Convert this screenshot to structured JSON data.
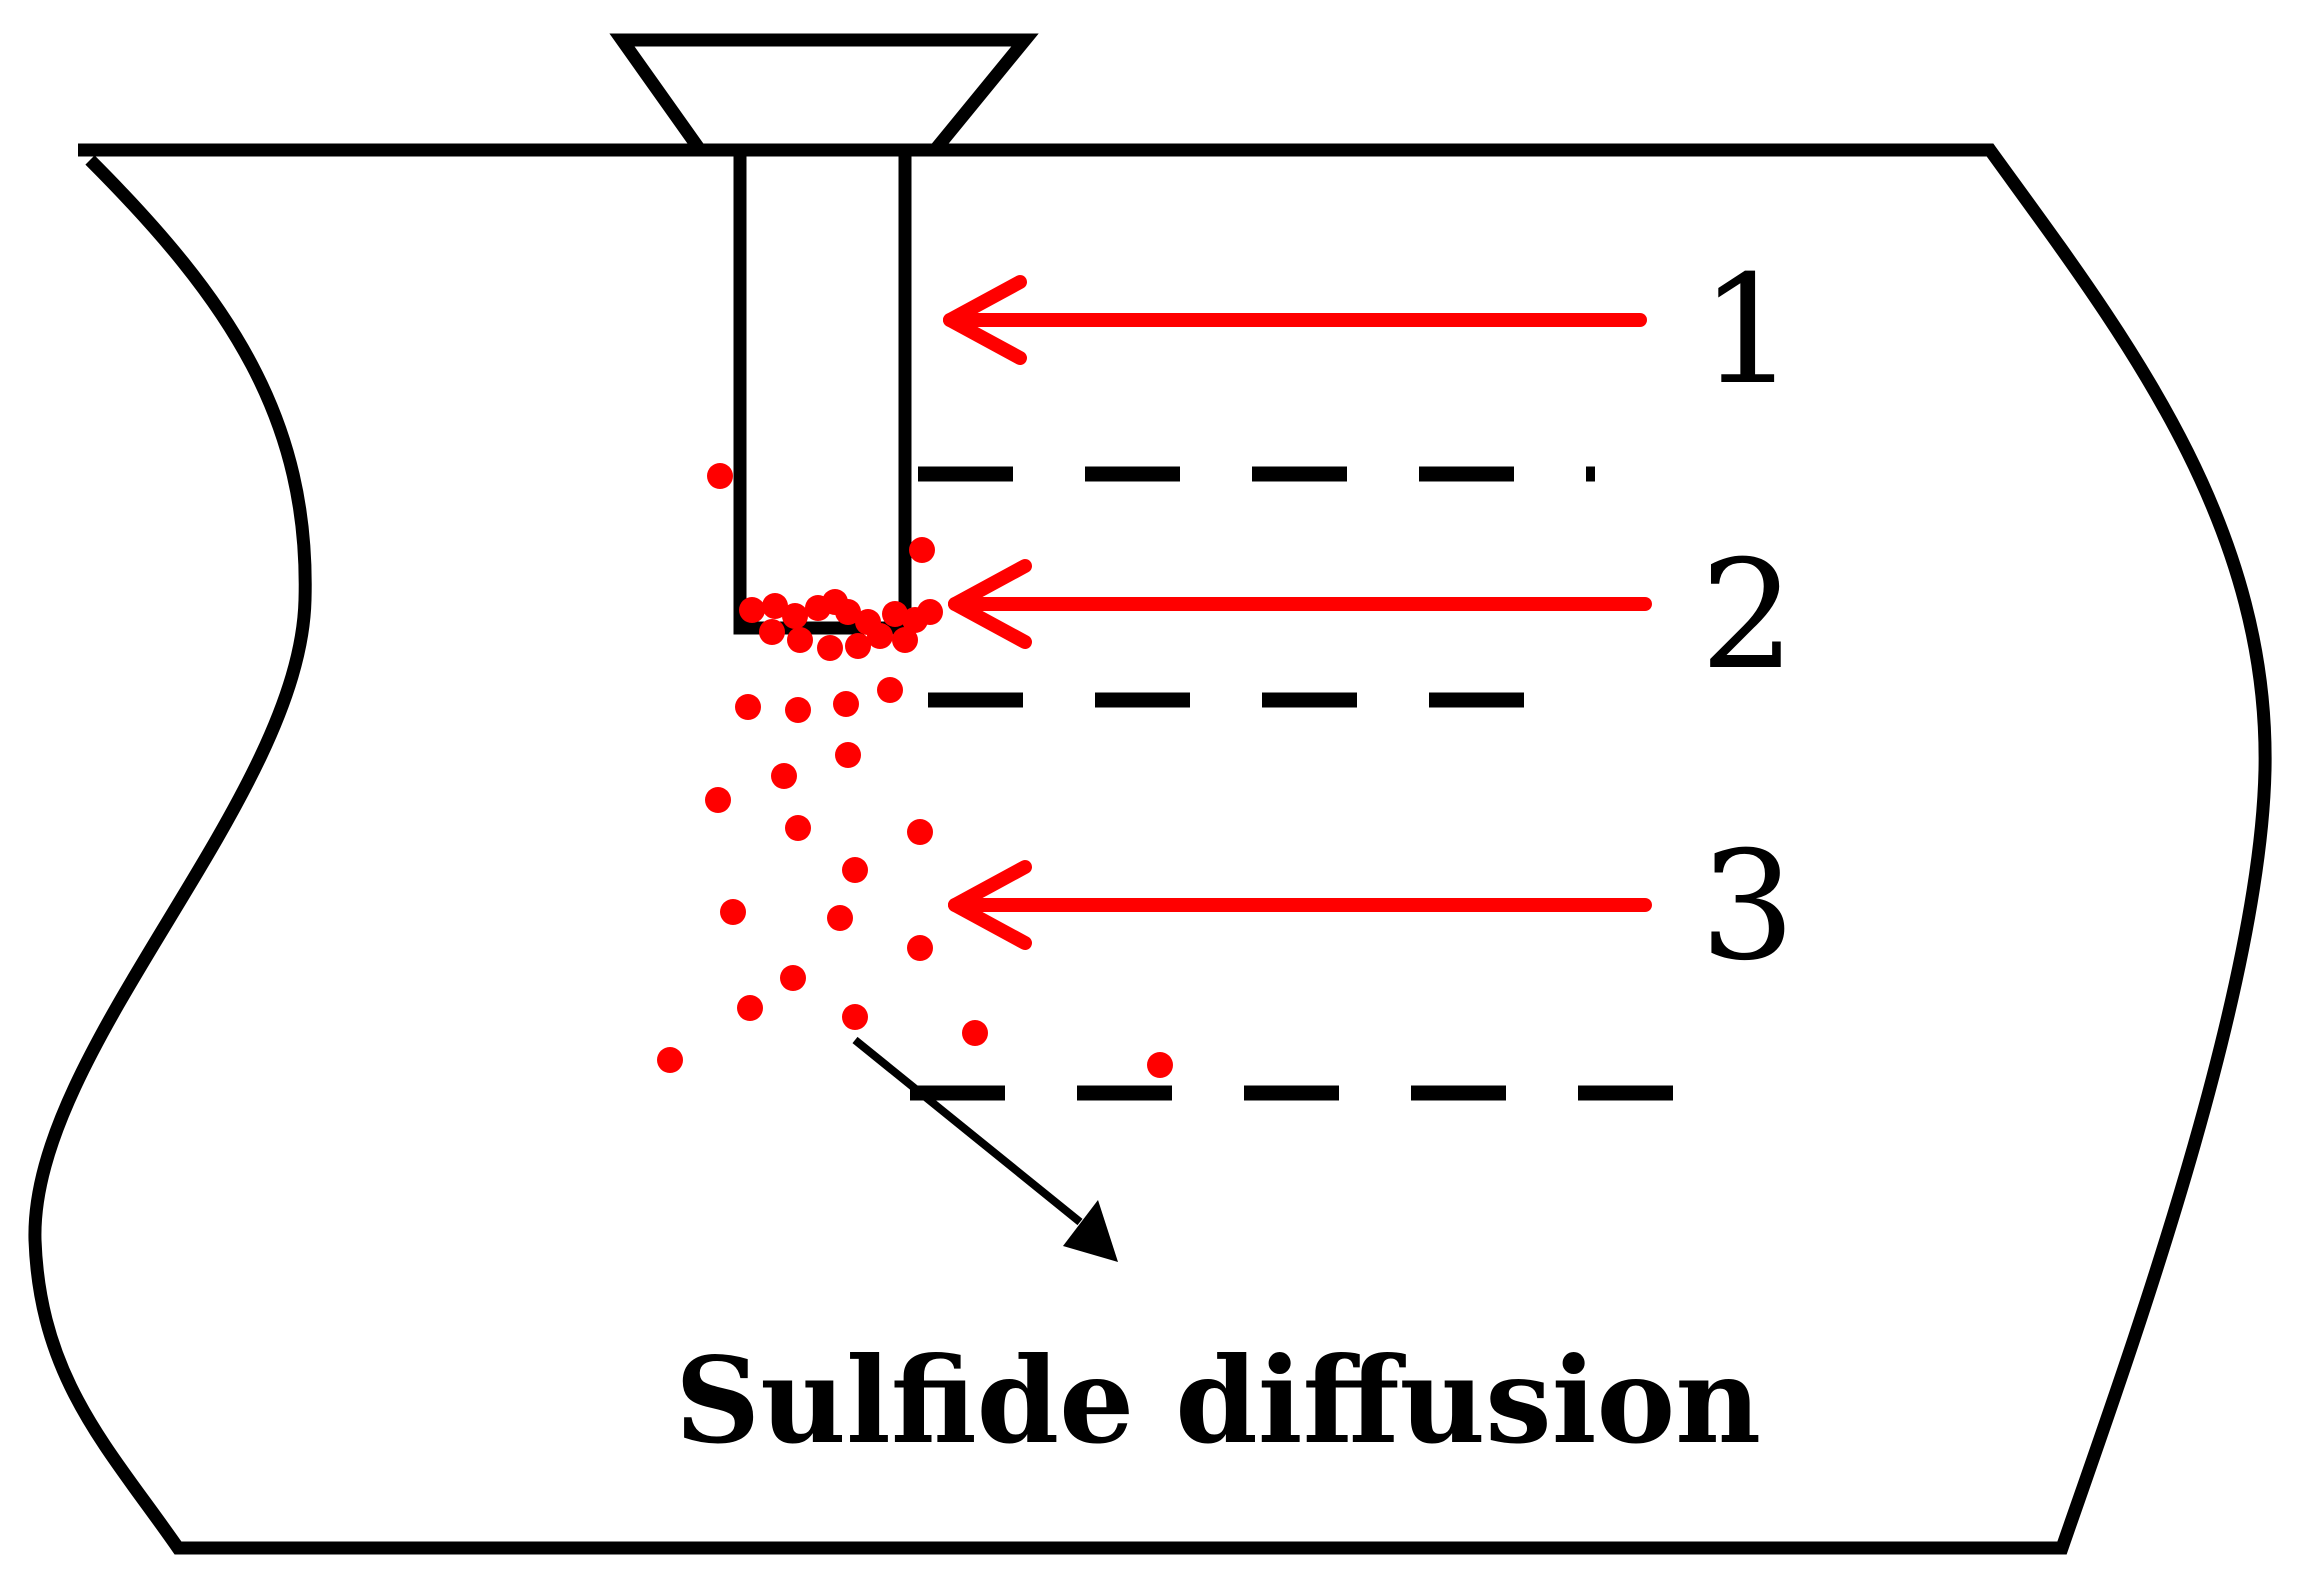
{
  "zones": [
    {
      "id": "1",
      "label": "1"
    },
    {
      "id": "2",
      "label": "2"
    },
    {
      "id": "3",
      "label": "3"
    }
  ],
  "caption": "Sulfide diffusion",
  "colors": {
    "outline": "#000000",
    "arrows": "#ff0000",
    "particles": "#ff0000"
  }
}
